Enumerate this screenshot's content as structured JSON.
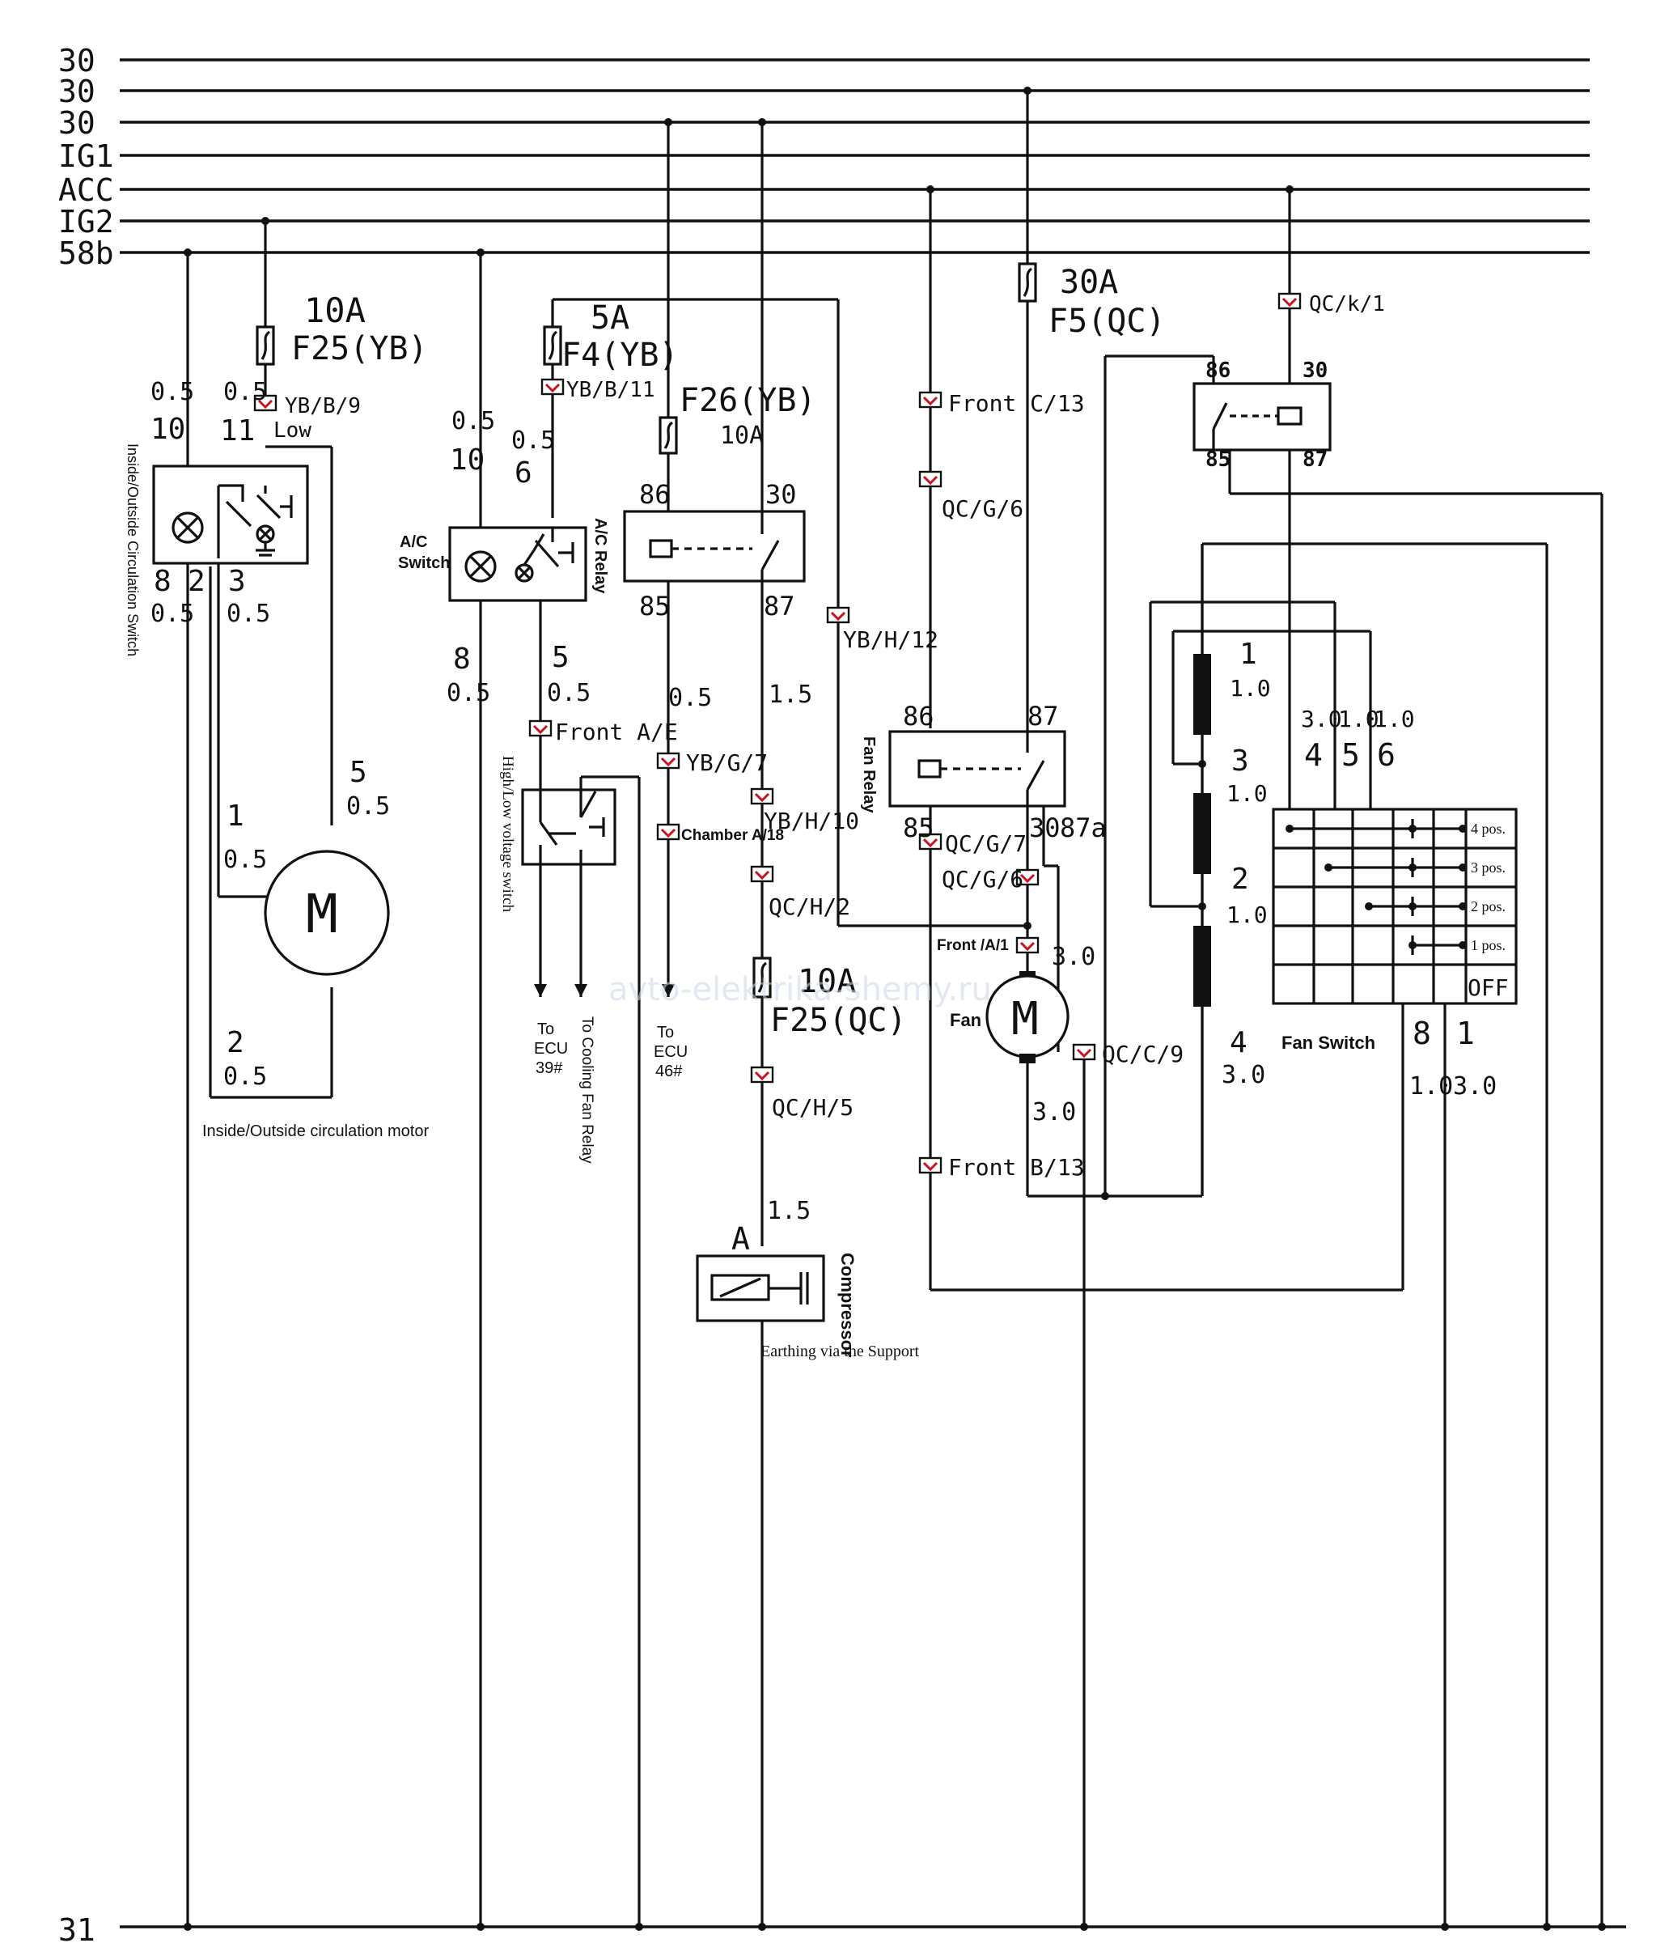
{
  "buses": [
    {
      "label": "30"
    },
    {
      "label": "30"
    },
    {
      "label": "30"
    },
    {
      "label": "IG1"
    },
    {
      "label": "ACC"
    },
    {
      "label": "IG2"
    },
    {
      "label": "58b"
    }
  ],
  "ground_label": "31",
  "fuses": {
    "f25yb": {
      "rating": "10A",
      "name": "F25(YB)"
    },
    "f4yb": {
      "rating": "5A",
      "name": "F4(YB)"
    },
    "f26yb": {
      "name": "F26(YB)",
      "rating": "10A"
    },
    "f5qc": {
      "rating": "30A",
      "name": "F5(QC)"
    },
    "f25qc": {
      "rating": "10A",
      "name": "F25(QC)"
    }
  },
  "connectors": {
    "yb_b_9": "YB/B/9",
    "yb_b_11": "YB/B/11",
    "front_c_13": "Front C/13",
    "qc_g_6": "QC/G/6",
    "qc_k_1": "QC/k/1",
    "yb_h_12": "YB/H/12",
    "front_a_e": "Front A/E",
    "yb_g_7": "YB/G/7",
    "yb_h_10": "YB/H/10",
    "chamber_a_18": "Chamber A/18",
    "qc_h_2": "QC/H/2",
    "qc_g_7": "QC/G/7",
    "qc_g_6b": "QC/G/6",
    "front_a_1": "Front /A/1",
    "qc_c_9": "QC/C/9",
    "qc_h_5": "QC/H/5",
    "front_b_13": "Front B/13"
  },
  "components": {
    "circ_switch": {
      "name": "Inside/Outside Circulation Switch",
      "low": "Low",
      "pins": {
        "p10": "10",
        "p11": "11",
        "p8": "8",
        "p2": "2",
        "p3": "3"
      },
      "sizes": {
        "s10": "0.5",
        "s11": "0.5",
        "s8": "0.5",
        "s3": "0.5"
      }
    },
    "circ_motor": {
      "name": "Inside/Outside circulation motor",
      "symbol": "M",
      "pins": {
        "p5": "5",
        "p1": "1",
        "p2": "2"
      },
      "sizes": {
        "s5": "0.5",
        "s1": "0.5",
        "s2": "0.5"
      }
    },
    "ac_switch": {
      "name_line1": "A/C",
      "name_line2": "Switch",
      "pins": {
        "p10": "10",
        "p6": "6",
        "p8": "8",
        "p5": "5"
      },
      "sizes": {
        "s10": "0.5",
        "s6": "0.5",
        "s8": "0.5",
        "s5": "0.5"
      }
    },
    "ac_relay": {
      "name": "A/C Relay",
      "pins": {
        "p86": "86",
        "p30": "30",
        "p85": "85",
        "p87": "87"
      },
      "sizes": {
        "s85": "0.5",
        "s87": "1.5"
      }
    },
    "hl_switch": {
      "name": "High/Low voltage switch"
    },
    "fan_relay": {
      "name": "Fan Relay",
      "pins": {
        "p86": "86",
        "p87": "87",
        "p85": "85",
        "p30": "30",
        "p87a": "87a"
      }
    },
    "main_relay": {
      "pins": {
        "p86": "86",
        "p30": "30",
        "p85": "85",
        "p87": "87"
      }
    },
    "fan": {
      "name": "Fan",
      "symbol": "M",
      "size_top": "3.0",
      "size_bottom": "3.0"
    },
    "resistor": {
      "pins": {
        "p1": "1",
        "p3": "3",
        "p2": "2",
        "p4": "4"
      },
      "sizes": {
        "s1": "1.0",
        "s3": "1.0",
        "s2": "1.0",
        "s4": "3.0"
      }
    },
    "fan_switch": {
      "name": "Fan Switch",
      "pins": {
        "p4": "4",
        "p5": "5",
        "p6": "6",
        "p8": "8",
        "p1": "1"
      },
      "sizes": {
        "s4": "3.0",
        "s5": "1.0",
        "s6": "1.0",
        "s8": "1.0",
        "s1": "3.0"
      },
      "positions": [
        "4 pos.",
        "3 pos.",
        "2 pos.",
        "1 pos.",
        "OFF"
      ]
    },
    "compressor": {
      "name": "Compressor",
      "pin": "A",
      "size": "1.5",
      "note": "Earthing via the Support"
    }
  },
  "outputs": {
    "ecu39": {
      "line1": "To",
      "line2": "ECU",
      "line3": "39#"
    },
    "cooling_fan_relay": "To Cooling Fan Relay",
    "ecu46": {
      "line1": "To",
      "line2": "ECU",
      "line3": "46#"
    }
  },
  "watermark": "avto-elektrika-shemy.ru"
}
